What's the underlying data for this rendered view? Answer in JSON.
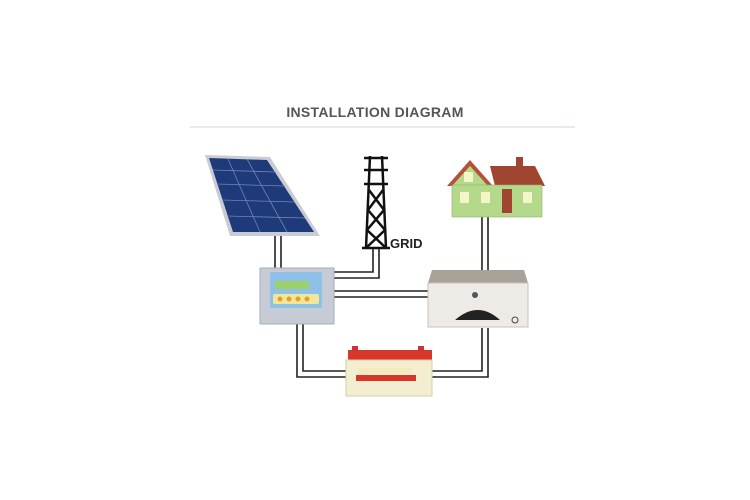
{
  "title": "INSTALLATION DIAGRAM",
  "components": {
    "grid_label": "GRID",
    "solar_panel": "solar-panel",
    "tower": "transmission-tower",
    "house": "house",
    "controller": "charge-controller",
    "inverter": "inverter",
    "battery": "battery"
  },
  "colors": {
    "title": "#555555",
    "panel": "#1e3a78",
    "house_wall": "#b5d98a",
    "roof": "#a0452f",
    "battery_top": "#d9362b",
    "wire": "#222222"
  }
}
